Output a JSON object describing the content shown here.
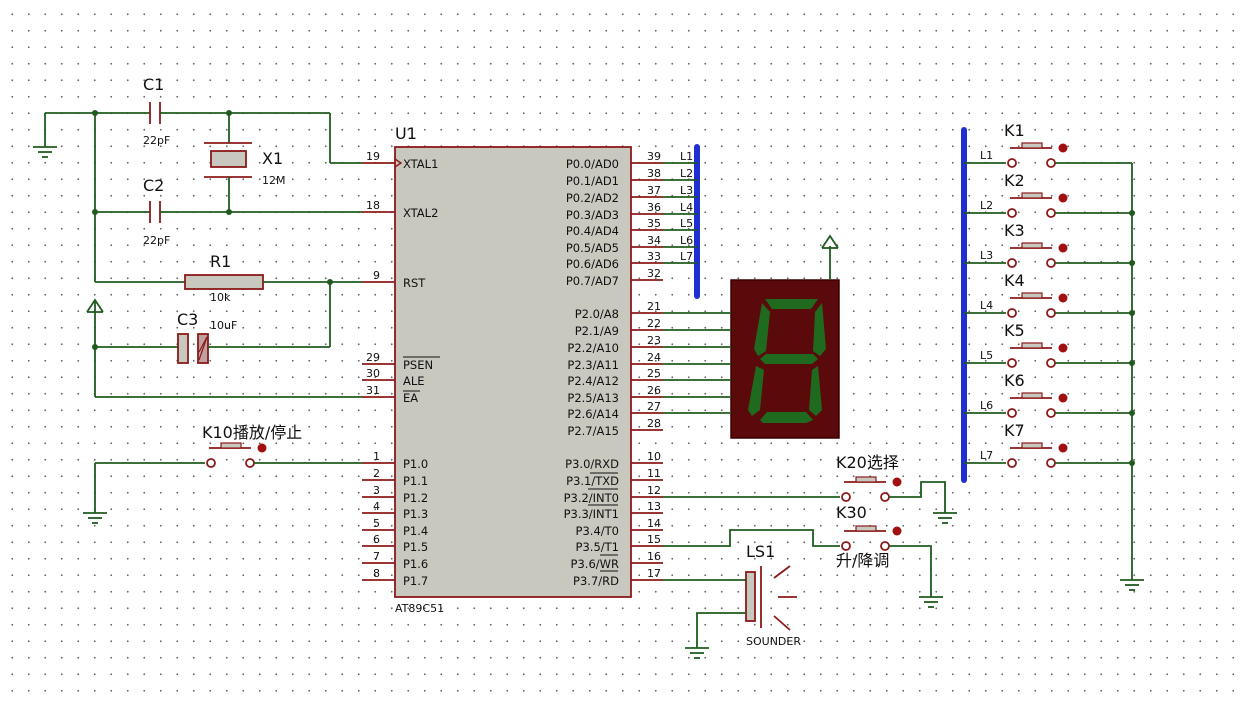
{
  "chip": {
    "ref": "U1",
    "part": "AT89C51",
    "left_pins": [
      {
        "num": "19",
        "name": "XTAL1"
      },
      {
        "num": "18",
        "name": "XTAL2"
      },
      {
        "num": "9",
        "name": "RST"
      },
      {
        "num": "29",
        "name": "PSEN"
      },
      {
        "num": "30",
        "name": "ALE"
      },
      {
        "num": "31",
        "name": "EA"
      },
      {
        "num": "1",
        "name": "P1.0"
      },
      {
        "num": "2",
        "name": "P1.1"
      },
      {
        "num": "3",
        "name": "P1.2"
      },
      {
        "num": "4",
        "name": "P1.3"
      },
      {
        "num": "5",
        "name": "P1.4"
      },
      {
        "num": "6",
        "name": "P1.5"
      },
      {
        "num": "7",
        "name": "P1.6"
      },
      {
        "num": "8",
        "name": "P1.7"
      }
    ],
    "right_pins": [
      {
        "num": "39",
        "name": "P0.0/AD0"
      },
      {
        "num": "38",
        "name": "P0.1/AD1"
      },
      {
        "num": "37",
        "name": "P0.2/AD2"
      },
      {
        "num": "36",
        "name": "P0.3/AD3"
      },
      {
        "num": "35",
        "name": "P0.4/AD4"
      },
      {
        "num": "34",
        "name": "P0.5/AD5"
      },
      {
        "num": "33",
        "name": "P0.6/AD6"
      },
      {
        "num": "32",
        "name": "P0.7/AD7"
      },
      {
        "num": "21",
        "name": "P2.0/A8"
      },
      {
        "num": "22",
        "name": "P2.1/A9"
      },
      {
        "num": "23",
        "name": "P2.2/A10"
      },
      {
        "num": "24",
        "name": "P2.3/A11"
      },
      {
        "num": "25",
        "name": "P2.4/A12"
      },
      {
        "num": "26",
        "name": "P2.5/A13"
      },
      {
        "num": "27",
        "name": "P2.6/A14"
      },
      {
        "num": "28",
        "name": "P2.7/A15"
      },
      {
        "num": "10",
        "name": "P3.0/RXD"
      },
      {
        "num": "11",
        "name": "P3.1/TXD"
      },
      {
        "num": "12",
        "name": "P3.2/INT0"
      },
      {
        "num": "13",
        "name": "P3.3/INT1"
      },
      {
        "num": "14",
        "name": "P3.4/T0"
      },
      {
        "num": "15",
        "name": "P3.5/T1"
      },
      {
        "num": "16",
        "name": "P3.6/WR"
      },
      {
        "num": "17",
        "name": "P3.7/RD"
      }
    ]
  },
  "components": {
    "c1": {
      "ref": "C1",
      "value": "22pF"
    },
    "c2": {
      "ref": "C2",
      "value": "22pF"
    },
    "c3": {
      "ref": "C3",
      "value": "10uF"
    },
    "x1": {
      "ref": "X1",
      "value": "12M"
    },
    "r1": {
      "ref": "R1",
      "value": "10k"
    },
    "ls1": {
      "ref": "LS1",
      "value": "SOUNDER"
    },
    "k10": {
      "label": "K10播放/停止"
    },
    "k20": {
      "label": "K20选择"
    },
    "k30": {
      "label": "K30",
      "sub": "升/降调"
    }
  },
  "net_labels": [
    "L1",
    "L2",
    "L3",
    "L4",
    "L5",
    "L6",
    "L7"
  ],
  "keys": [
    "K1",
    "K2",
    "K3",
    "K4",
    "K5",
    "K6",
    "K7"
  ],
  "colors": {
    "wire": "#1f5b1f",
    "component": "#8b1a1a",
    "chip_fill": "#c8c8bf",
    "bus": "#1f2fd0",
    "display_bg": "#5a0a0a",
    "segment_on": "#1f6a1f"
  }
}
